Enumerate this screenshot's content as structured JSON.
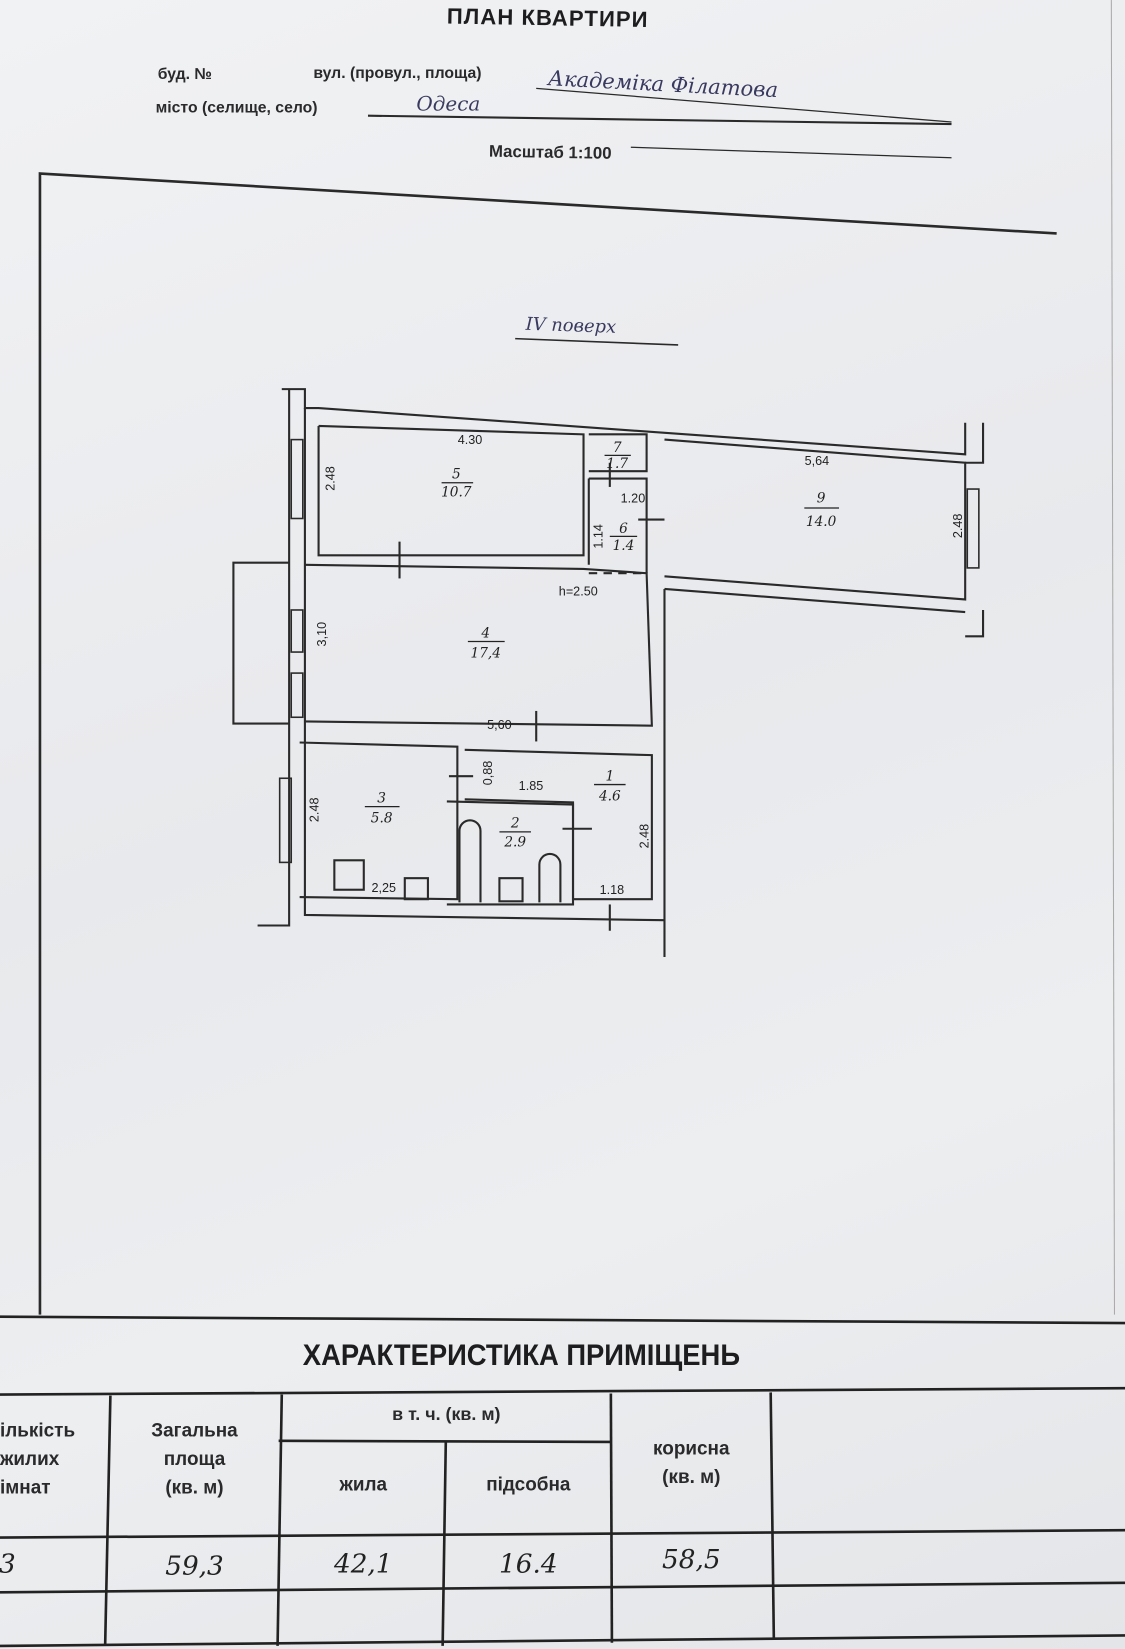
{
  "header": {
    "title": "ПЛАН КВАРТИРИ",
    "building_label": "буд. №",
    "street_label": "вул. (провул., площа)",
    "street_value": "Академіка Філатова",
    "city_label": "місто (селище, село)",
    "city_value": "Одеса",
    "scale": "Масштаб 1:100"
  },
  "plan": {
    "floor": "IV поверх",
    "ceiling_height": "h=2.50",
    "rooms": [
      {
        "number": "1",
        "area": "4.6"
      },
      {
        "number": "2",
        "area": "2.9"
      },
      {
        "number": "3",
        "area": "5.8"
      },
      {
        "number": "4",
        "area": "17,4"
      },
      {
        "number": "5",
        "area": "10.7"
      },
      {
        "number": "6",
        "area": "1.4"
      },
      {
        "number": "7",
        "area": "1.7"
      },
      {
        "number": "9",
        "area": "14.0"
      }
    ],
    "dimensions": {
      "r5_width": "4.30",
      "r5_height": "2.48",
      "r9_width": "5,64",
      "r9_height": "2.48",
      "r4_width": "5,60",
      "r4_height": "3,10",
      "r6_width": "1.20",
      "r6_height": "1.14",
      "r3_width": "2,25",
      "r3_height": "2.48",
      "r1_width": "1.85",
      "r1_height": "2.48",
      "r1_door": "0,88",
      "r1_bottom": "1.18"
    }
  },
  "characteristics": {
    "title": "ХАРАКТЕРИСТИКА ПРИМІЩЕНЬ",
    "headers": {
      "rooms_count": "ількість\nжилих\nімнат",
      "total_area": "Загальна\nплоща\n(кв. м)",
      "including": "в т. ч. (кв. м)",
      "living": "жила",
      "auxiliary": "підсобна",
      "useful": "корисна\n(кв. м)"
    },
    "values": {
      "rooms_count": "3",
      "total_area": "59,3",
      "living": "42,1",
      "auxiliary": "16.4",
      "useful": "58,5"
    }
  }
}
